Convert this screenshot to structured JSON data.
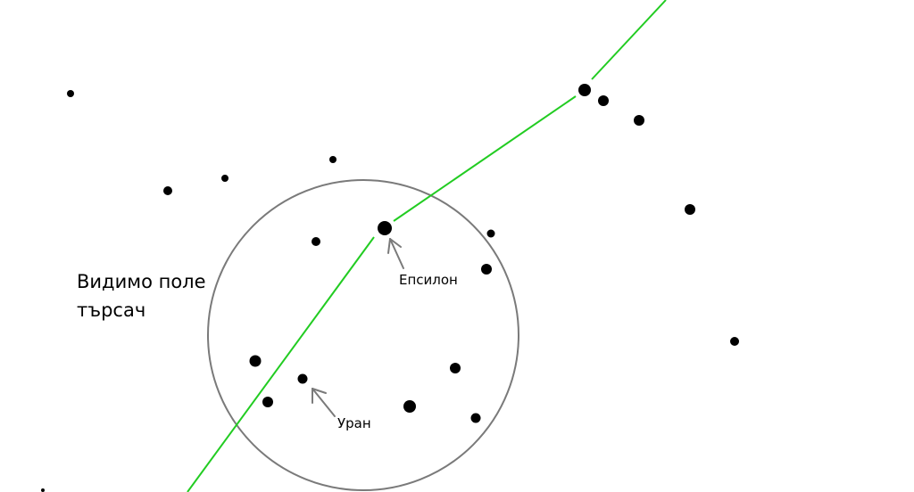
{
  "colors": {
    "background": "#ffffff",
    "star": "#000000",
    "field_circle": "#7a7a7a",
    "path_line": "#22cc22",
    "pointer_arrow": "#7a7a7a"
  },
  "labels": {
    "field_line1": "Видимо поле",
    "field_line2": "търсач",
    "epsilon": "Епсилон",
    "uranus": "Уран"
  }
}
